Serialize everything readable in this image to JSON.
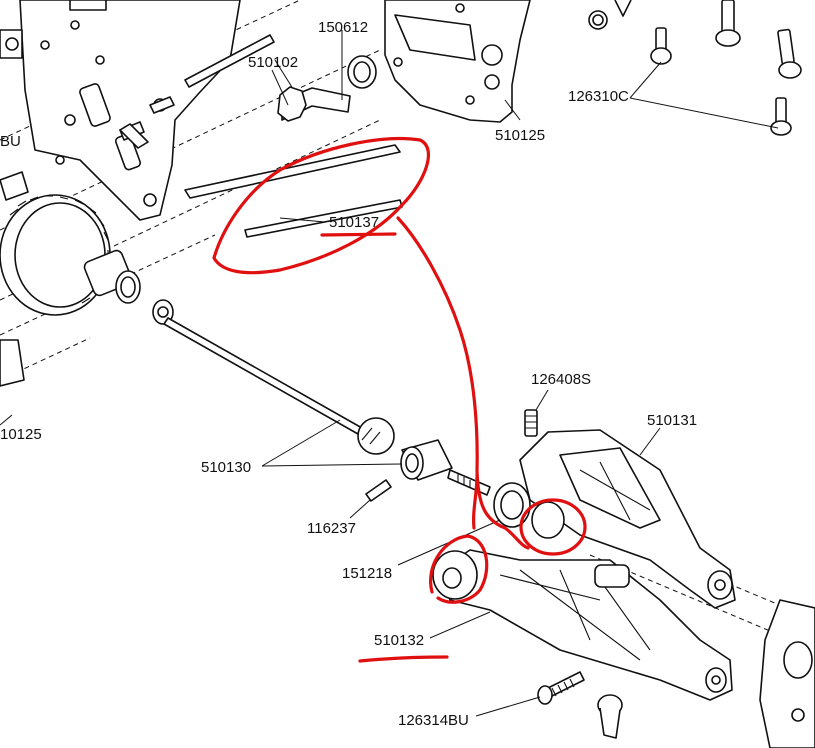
{
  "diagram": {
    "labels": {
      "p150612": "150612",
      "p510102": "510102",
      "p510125_top": "510125",
      "p126310c": "126310C",
      "p510137": "510137",
      "p126408s": "126408S",
      "p510131": "510131",
      "p510130": "510130",
      "p116237": "116237",
      "p151218": "151218",
      "p510132": "510132",
      "p126314bu": "126314BU",
      "p510125_left": "10125",
      "p_bu_left": "BU"
    },
    "colors": {
      "annotation": "#e01010",
      "line_art": "#111111",
      "background": "#ffffff"
    }
  }
}
